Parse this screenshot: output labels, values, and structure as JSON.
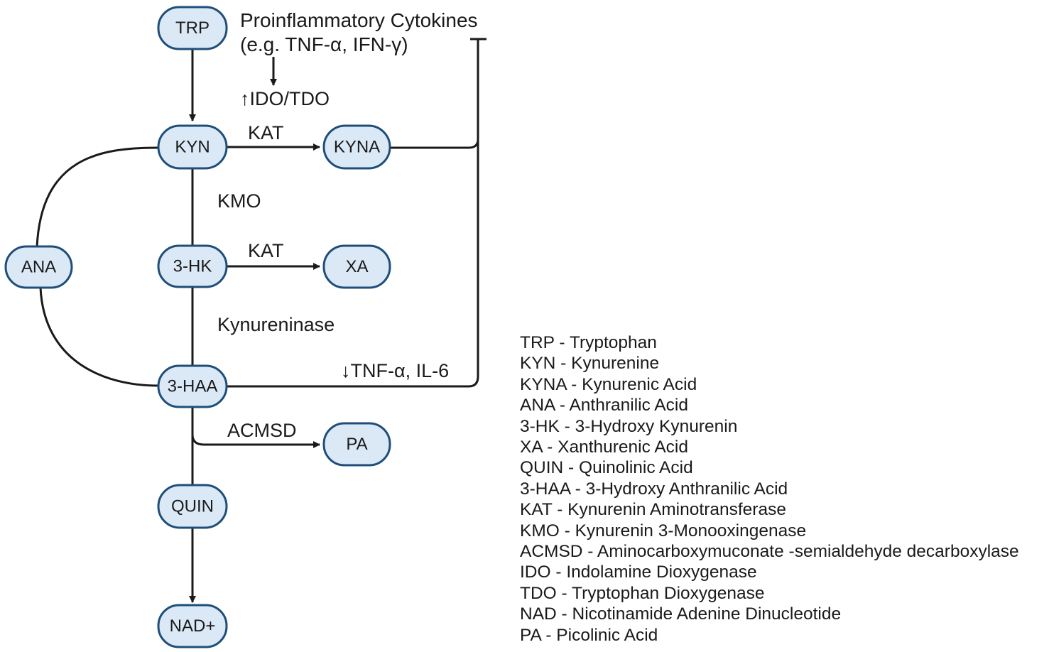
{
  "nodes": {
    "trp": "TRP",
    "kyn": "KYN",
    "kyna": "KYNA",
    "ana": "ANA",
    "hk": "3-HK",
    "xa": "XA",
    "haa": "3-HAA",
    "pa": "PA",
    "quin": "QUIN",
    "nad": "NAD+"
  },
  "labels": {
    "cytokines_line1": "Proinflammatory Cytokines",
    "cytokines_line2": "(e.g. TNF-α, IFN-γ)",
    "ido_tdo": "↑IDO/TDO",
    "kat_kyna": "KAT",
    "kmo": "KMO",
    "kat_xa": "KAT",
    "kynureninase": "Kynureninase",
    "tnf_il6": "↓TNF-α, IL-6",
    "acmsd": "ACMSD"
  },
  "legend": [
    "TRP - Tryptophan",
    "KYN - Kynurenine",
    "KYNA - Kynurenic Acid",
    "ANA - Anthranilic Acid",
    "3-HK - 3-Hydroxy Kynurenin",
    "XA - Xanthurenic Acid",
    "QUIN - Quinolinic Acid",
    "3-HAA - 3-Hydroxy Anthranilic Acid",
    "KAT - Kynurenin Aminotransferase",
    "KMO - Kynurenin 3-Monooxingenase",
    "ACMSD - Aminocarboxymuconate -semialdehyde decarboxylase",
    "IDO - Indolamine Dioxygenase",
    "TDO - Tryptophan Dioxygenase",
    "NAD - Nicotinamide Adenine Dinucleotide",
    "PA - Picolinic Acid"
  ],
  "colors": {
    "node_fill": "#dbe9f7",
    "node_stroke": "#1f4e79",
    "line": "#1a1a1a"
  }
}
